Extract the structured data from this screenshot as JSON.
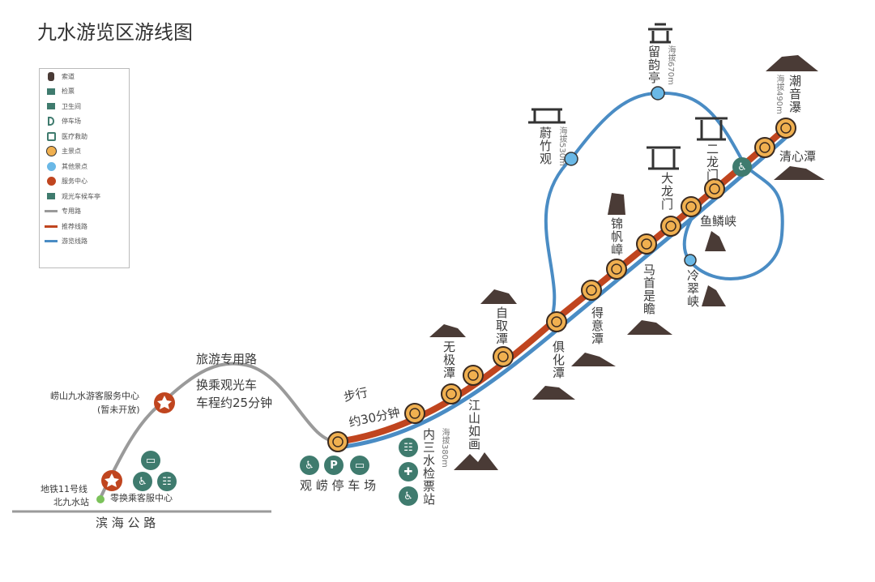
{
  "title": "九水游览区游线图",
  "legend": [
    {
      "icon": "cableway-icon",
      "label": "索道"
    },
    {
      "icon": "ticket-icon",
      "label": "检票"
    },
    {
      "icon": "restroom-icon",
      "label": "卫生间"
    },
    {
      "icon": "parking-icon",
      "label": "停车场"
    },
    {
      "icon": "medical-icon",
      "label": "医疗救助"
    },
    {
      "icon": "main-spot-icon",
      "label": "主景点"
    },
    {
      "icon": "other-spot-icon",
      "label": "其他景点"
    },
    {
      "icon": "service-center-icon",
      "label": "服务中心"
    },
    {
      "icon": "shuttle-stop-icon",
      "label": "观光车候车亭"
    },
    {
      "icon": "line-gray",
      "label": "专用路"
    },
    {
      "icon": "line-red",
      "label": "推荐线路"
    },
    {
      "icon": "line-blue",
      "label": "游览线路"
    }
  ],
  "colors": {
    "road": "#9a9a9a",
    "recommended": "#c0451f",
    "tour": "#4a8cc4",
    "spot": "#f0b050",
    "other": "#6ab8e6",
    "green": "#3f7b6e",
    "brown": "#4a3b36"
  },
  "labels": {
    "tourism_road": "旅游专用路",
    "shuttle_line1": "换乘观光车",
    "shuttle_line2": "车程约25分钟",
    "walk_line1": "步行",
    "walk_line2": "约30分钟",
    "visitor_center": "崂山九水游客服务中心",
    "visitor_center_note": "(暂未开放)",
    "metro1": "地铁11号线",
    "metro2": "北九水站",
    "transfer_center": "零换乘客服中心",
    "highway": "滨 海 公 路",
    "parking": "观 崂 停 车 场",
    "checkpoint": "内三水检票站",
    "checkpoint_alt": "海拔380m",
    "jiangshan": "江山如画",
    "wuji": "无极潭",
    "ziqu": "自取潭",
    "juhua": "俱化潭",
    "deyi": "得意潭",
    "jinfan": "锦帆嶂",
    "mashou": "马首是瞻",
    "dalongmen": "大龙门",
    "erlongmen": "二龙门",
    "yulin": "鱼鳞峡",
    "lengcui": "冷翠峡",
    "weizhu": "蔚竹观",
    "weizhu_alt": "海拔530m",
    "liuyun": "留韵亭",
    "liuyun_alt": "海拔670m",
    "chaoyin": "潮音瀑",
    "chaoyin_alt": "海拔490m",
    "qingxin": "清心潭"
  }
}
